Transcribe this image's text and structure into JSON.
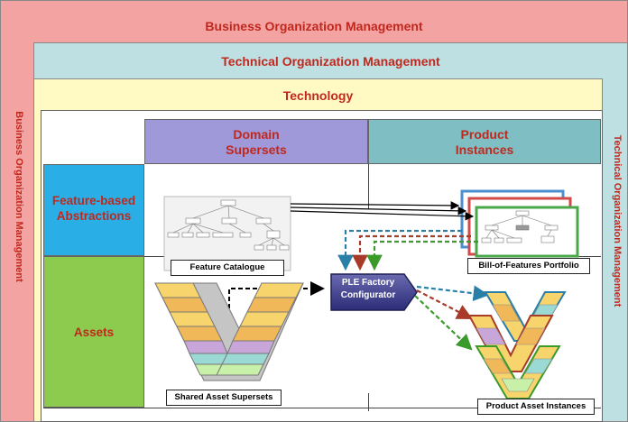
{
  "outer": {
    "title": "Business Organization Management",
    "side_label": "Business Organization Management"
  },
  "technical": {
    "title": "Technical Organization Management",
    "side_label": "Technical Organization Management"
  },
  "technology": {
    "title": "Technology"
  },
  "columns": {
    "domain_line1": "Domain",
    "domain_line2": "Supersets",
    "product_line1": "Product",
    "product_line2": "Instances"
  },
  "rows": {
    "features_line1": "Feature-based",
    "features_line2": "Abstractions",
    "assets": "Assets"
  },
  "boxes": {
    "feature_catalogue": "Feature Catalogue",
    "bill_of_features": "Bill-of-Features Portfolio",
    "configurator_line1": "PLE Factory",
    "configurator_line2": "Configurator",
    "shared_assets": "Shared Asset Supersets",
    "product_assets": "Product Asset Instances"
  },
  "colors": {
    "business": "#f4a3a3",
    "technical": "#bfe0e3",
    "technology": "#fffac4",
    "domain_header": "#9f98d9",
    "product_header": "#7fbfc4",
    "features_row": "#29aee6",
    "assets_row": "#8ccb4e",
    "arrow_blue": "#2a7fa8",
    "arrow_red": "#a83a2a",
    "arrow_green": "#3a9a2a"
  }
}
